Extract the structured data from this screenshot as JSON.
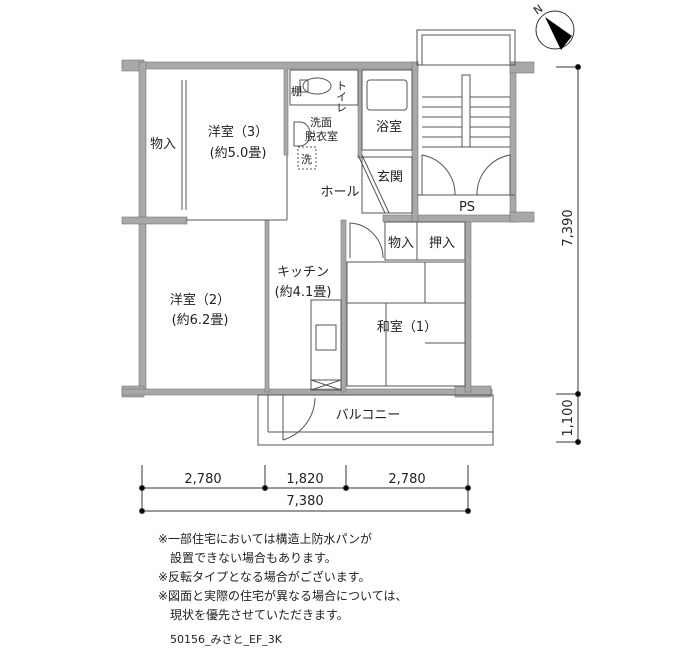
{
  "rooms": {
    "storage_left": "物入",
    "western3_name": "洋室（3）",
    "western3_size": "(約5.0畳)",
    "washroom_line1": "洗面",
    "washroom_line2": "脱衣室",
    "washer": "洗",
    "toilet": "トイレ",
    "shelf": "棚",
    "bath": "浴室",
    "entrance": "玄関",
    "hall": "ホール",
    "ps": "PS",
    "storage_small": "物入",
    "closet": "押入",
    "kitchen_name": "キッチン",
    "kitchen_size": "(約4.1畳)",
    "western2_name": "洋室（2）",
    "western2_size": "(約6.2畳)",
    "japanese1": "和室（1）",
    "balcony": "バルコニー"
  },
  "dimensions": {
    "width_segments": [
      "2,780",
      "1,820",
      "2,780"
    ],
    "width_total": "7,380",
    "depth_main": "7,390",
    "depth_balcony": "1,100"
  },
  "compass": {
    "label": "N"
  },
  "notes": [
    "※一部住宅においては構造上防水パンが",
    "　設置できない場合もあります。",
    "※反転タイプとなる場合がございます。",
    "※図面と実際の住宅が異なる場合については、",
    "　現状を優先させていただきます。"
  ],
  "plan_code": "50156_みさと_EF_3K",
  "colors": {
    "wall": "#a8a8a8",
    "line": "#555555"
  }
}
